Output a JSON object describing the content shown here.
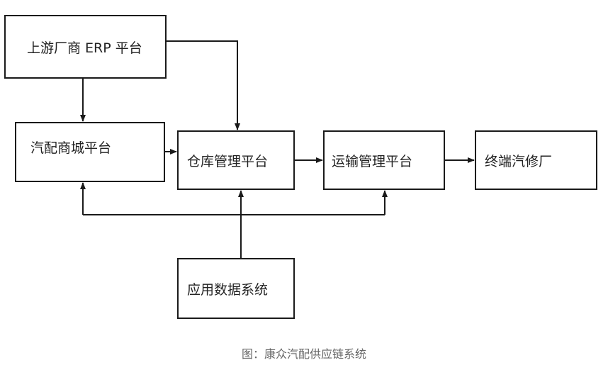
{
  "nodes": {
    "erp": "上游厂商 ERP 平台",
    "mall": "汽配商城平台",
    "wms": "仓库管理平台",
    "tms": "运输管理平台",
    "repair": "终端汽修厂",
    "data": "应用数据系统"
  },
  "caption": "图：康众汽配供应链系统",
  "colors": {
    "line": "#1a1a1a",
    "caption": "#666666"
  }
}
